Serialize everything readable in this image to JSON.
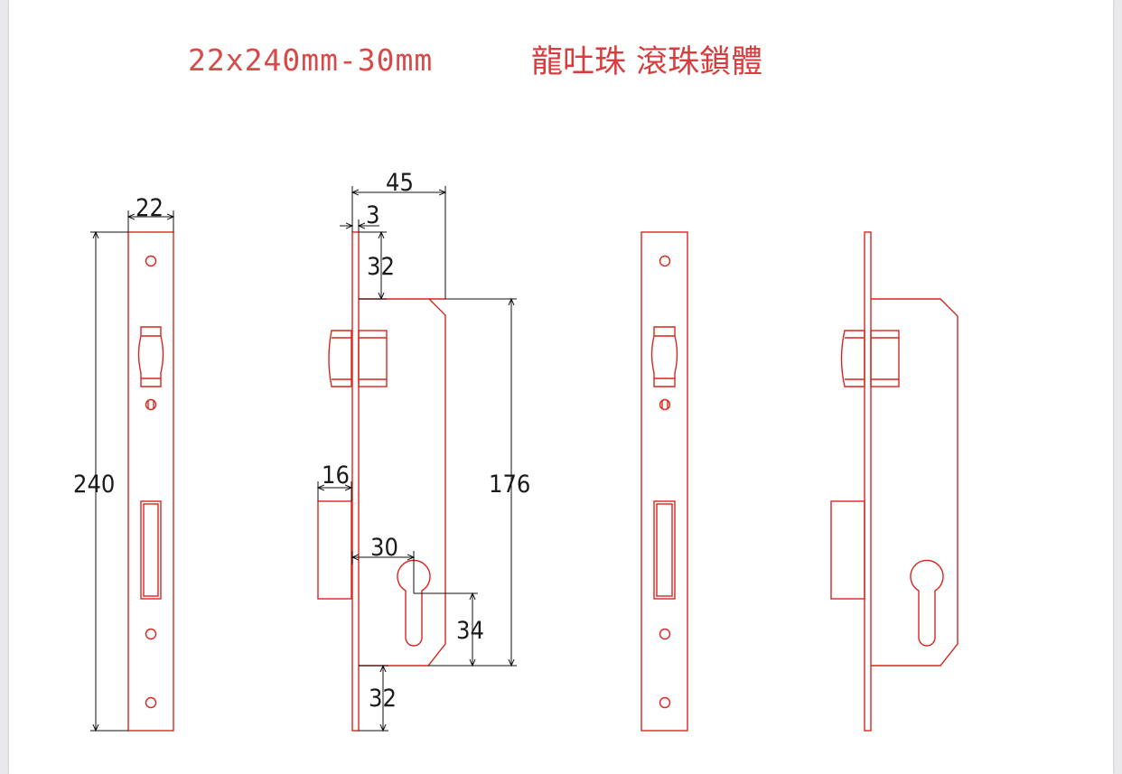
{
  "title": {
    "size_spec": "22x240mm-30mm",
    "name": "龍吐珠 滾珠鎖體"
  },
  "dimensions": {
    "faceplate_width": "22",
    "faceplate_length": "240",
    "backset": "45",
    "faceplate_thickness": "3",
    "top_offset": "32",
    "bottom_offset": "32",
    "body_height": "176",
    "deadbolt_projection": "16",
    "cylinder_backset": "30",
    "cylinder_height": "34"
  },
  "colors": {
    "outline": "#d8261f",
    "dimension_lines": "#111111",
    "title": "#d84a4a"
  }
}
